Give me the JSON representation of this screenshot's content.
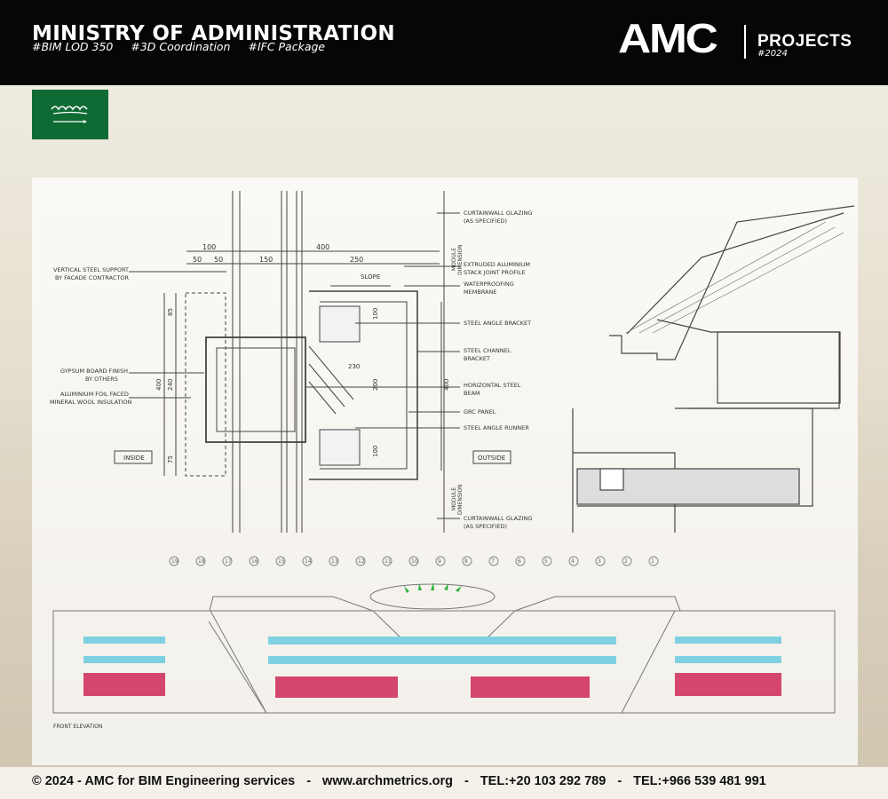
{
  "header": {
    "title": "MINISTRY OF ADMINISTRATION",
    "tags": [
      "#BIM LOD 350",
      "#3D Coordination",
      "#IFC Package"
    ],
    "logo": "AMC",
    "section": "PROJECTS",
    "year": "#2024"
  },
  "drawing": {
    "dims_top": [
      "100",
      "400",
      "50",
      "50",
      "150",
      "250"
    ],
    "slope": "SLOPE",
    "left_labels": [
      "VERTICAL STEEL SUPPORT",
      "BY FACADE CONTRACTOR",
      "GYPSUM BOARD FINISH",
      "BY OTHERS",
      "ALUMINIUM FOIL FACED",
      "MINERAL WOOL INSULATION"
    ],
    "inside": "INSIDE",
    "outside": "OUTSIDE",
    "dims_left": [
      "85",
      "240",
      "75",
      "400"
    ],
    "dims_mid": [
      "100",
      "200",
      "100",
      "230"
    ],
    "dims_right": [
      "400"
    ],
    "module": [
      "MODULE",
      "DIMENSION"
    ],
    "right_labels": [
      "CURTAINWALL GLAZING",
      "(AS SPECIFIED)",
      "EXTRUDED ALUMINIUM",
      "STACK JOINT PROFILE",
      "WATERPROOFING",
      "MEMBRANE",
      "STEEL ANGLE BRACKET",
      "STEEL CHANNEL",
      "BRACKET",
      "HORIZONTAL STEEL",
      "BEAM",
      "GRC PANEL",
      "STEEL ANGLE RUNNER",
      "CURTAINWALL GLAZING",
      "(AS SPECIFIED)"
    ],
    "elevation_label": "FRONT ELEVATION",
    "grid_labels": [
      "19",
      "18",
      "17",
      "16",
      "15",
      "14",
      "13",
      "12",
      "11",
      "10",
      "9",
      "8",
      "7",
      "6",
      "5",
      "4",
      "3",
      "2",
      "1"
    ]
  },
  "colors": {
    "header_bg": "#060606",
    "flag_green": "#0f6b34",
    "glass_cyan": "#7fd0e0",
    "panel_red": "#d4466b",
    "dome_green": "#2fae3a"
  },
  "footer": {
    "copyright": "© 2024 - AMC for BIM Engineering services",
    "website": "www.archmetrics.org",
    "tel1": "TEL:+20 103 292 789",
    "tel2": "TEL:+966 539 481 991",
    "sep": "-"
  }
}
